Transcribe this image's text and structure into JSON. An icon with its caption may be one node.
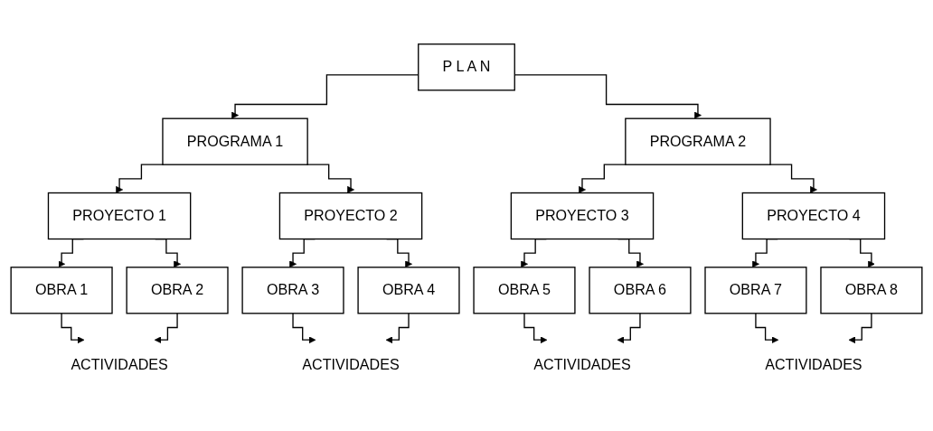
{
  "diagram": {
    "nodes": [
      {
        "text": [
          "P L A N"
        ]
      },
      {
        "text": [
          "PROGRAMA 1"
        ]
      },
      {
        "text": [
          "PROGRAMA 2"
        ]
      },
      {
        "text": [
          "PROYECTO 1"
        ]
      },
      {
        "text": [
          "PROYECTO 2"
        ]
      },
      {
        "text": [
          "PROYECTO 3"
        ]
      },
      {
        "text": [
          "PROYECTO 4"
        ]
      },
      {
        "text": [
          "OBRA 1"
        ]
      },
      {
        "text": [
          "OBRA 2"
        ]
      },
      {
        "text": [
          "OBRA 3"
        ]
      },
      {
        "text": [
          "OBRA 4"
        ]
      },
      {
        "text": [
          "OBRA 5"
        ]
      },
      {
        "text": [
          "OBRA 6"
        ]
      },
      {
        "text": [
          "OBRA 7"
        ]
      },
      {
        "text": [
          "OBRA 8"
        ]
      },
      {
        "text": [
          "ACTIVIDADES"
        ]
      },
      {
        "text": [
          "ACTIVIDADES"
        ]
      },
      {
        "text": [
          "ACTIVIDADES"
        ]
      },
      {
        "text": [
          "ACTIVIDADES"
        ]
      }
    ],
    "edges": [
      {
        "from": 0,
        "to": 1,
        "arrow": "to"
      },
      {
        "from": 0,
        "to": 2,
        "arrow": "to"
      },
      {
        "from": 1,
        "to": 3,
        "arrow": "to"
      },
      {
        "from": 1,
        "to": 4,
        "arrow": "to"
      },
      {
        "from": 2,
        "to": 5,
        "arrow": "to"
      },
      {
        "from": 2,
        "to": 6,
        "arrow": "to"
      },
      {
        "from": 3,
        "to": 7,
        "arrow": "to"
      },
      {
        "from": 3,
        "to": 8,
        "arrow": "to"
      },
      {
        "from": 4,
        "to": 9,
        "arrow": "to"
      },
      {
        "from": 4,
        "to": 10,
        "arrow": "to"
      },
      {
        "from": 5,
        "to": 11,
        "arrow": "to"
      },
      {
        "from": 5,
        "to": 12,
        "arrow": "to"
      },
      {
        "from": 6,
        "to": 13,
        "arrow": "to"
      },
      {
        "from": 6,
        "to": 14,
        "arrow": "to"
      },
      {
        "from": 7,
        "to": 15,
        "arrow": "to"
      },
      {
        "from": 8,
        "to": 15,
        "arrow": "to"
      },
      {
        "from": 9,
        "to": 16,
        "arrow": "to"
      },
      {
        "from": 10,
        "to": 16,
        "arrow": "to"
      },
      {
        "from": 11,
        "to": 17,
        "arrow": "to"
      },
      {
        "from": 12,
        "to": 17,
        "arrow": "to"
      },
      {
        "from": 13,
        "to": 18,
        "arrow": "to"
      },
      {
        "from": 14,
        "to": 18,
        "arrow": "to"
      }
    ]
  }
}
